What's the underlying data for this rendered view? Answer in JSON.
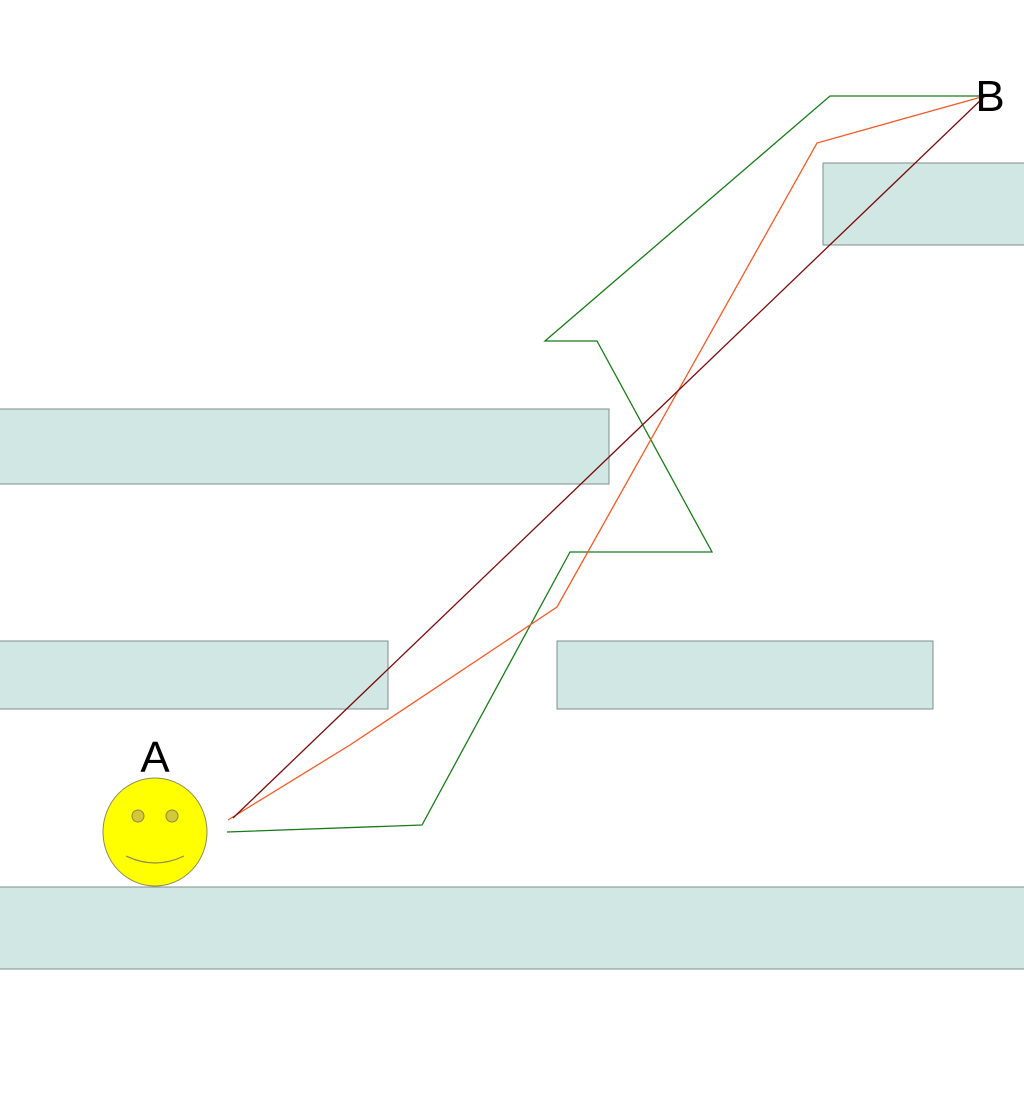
{
  "labels": {
    "start": "A",
    "goal": "B"
  },
  "colors": {
    "background": "#ffffff",
    "platform_fill": "#d1e7e4",
    "platform_stroke": "#7f8c8a",
    "face_fill": "#ffff00",
    "eye_fill": "#d4c83a",
    "path_green": "#1a7a1a",
    "path_orange": "#f05a28",
    "path_darkred": "#7a0a0a"
  },
  "elements": {
    "platforms": [
      "platform",
      "platform",
      "platform",
      "platform",
      "platform"
    ],
    "character": "smiley-face",
    "paths": [
      {
        "name": "green-path",
        "color_key": "path_green"
      },
      {
        "name": "orange-path",
        "color_key": "path_orange"
      },
      {
        "name": "darkred-path",
        "color_key": "path_darkred"
      }
    ]
  }
}
